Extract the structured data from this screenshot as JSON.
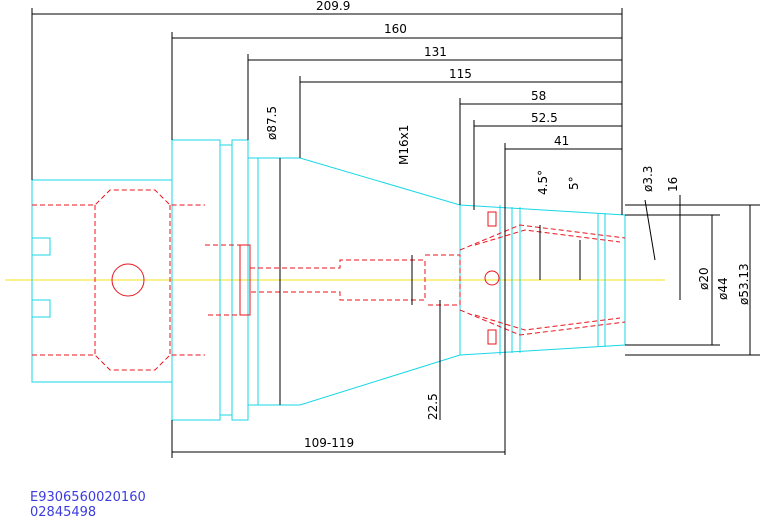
{
  "dimensions": {
    "overall_length": "209.9",
    "length_160": "160",
    "length_131": "131",
    "length_115": "115",
    "length_58": "58",
    "length_52_5": "52.5",
    "length_41": "41",
    "dia_87_5": "ø87.5",
    "thread": "M16x1",
    "angle_4_5": "4.5°",
    "angle_5": "5°",
    "dia_3_3": "ø3.3",
    "dim_16": "16",
    "dia_20": "ø20",
    "dia_44": "ø44",
    "dia_53_13": "ø53.13",
    "dim_22_5": "22.5",
    "range_109_119": "109-119"
  },
  "part_code": {
    "line1": "E9306560020160",
    "line2": "02845498"
  },
  "colors": {
    "outline": "#19d7e6",
    "hidden": "#e8151c",
    "dimension": "#000000",
    "centerline": "#f4e21a",
    "code_text": "#3c3ce0"
  }
}
